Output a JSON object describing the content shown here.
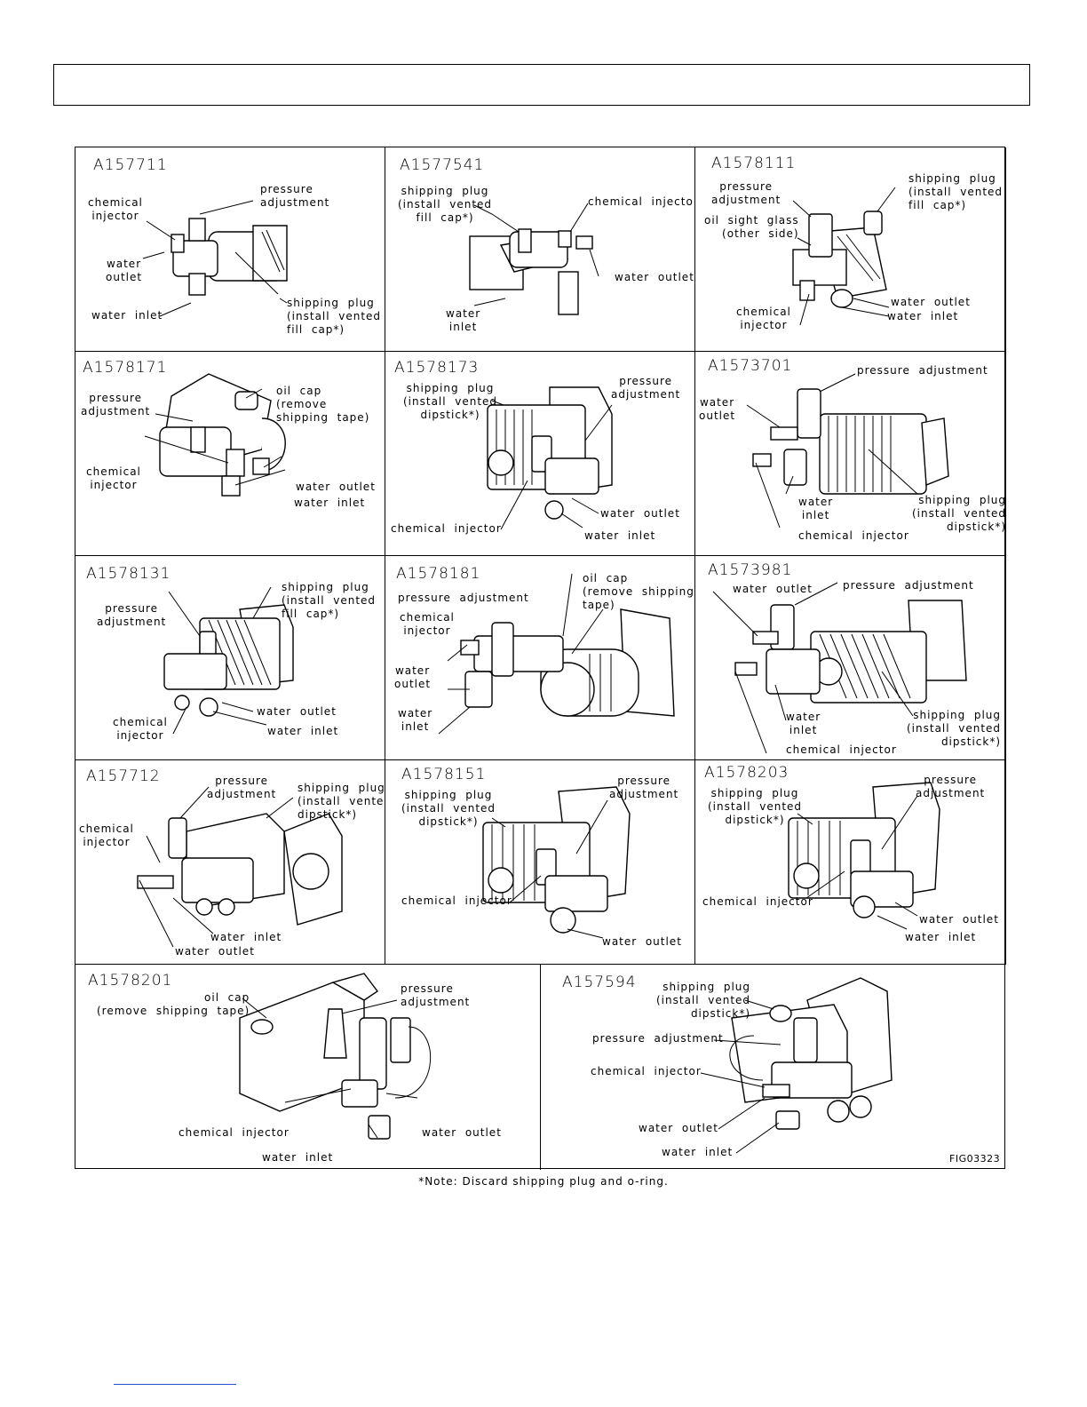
{
  "note": "*Note:  Discard  shipping  plug  and  o-ring.",
  "figure_code": "FIG03323",
  "cells": [
    {
      "model": "A157711",
      "labels": [
        "chemical\ninjector",
        "pressure\nadjustment",
        "water\noutlet",
        "water  inlet",
        "shipping  plug\n(install  vented\nfill  cap*)"
      ]
    },
    {
      "model": "A1577541",
      "labels": [
        "shipping  plug\n(install  vented\nfill  cap*)",
        "chemical  injector",
        "water  outlet",
        "water\ninlet"
      ]
    },
    {
      "model": "A1578111",
      "labels": [
        "pressure\nadjustment",
        "oil  sight  glass\n(other  side)",
        "shipping  plug\n(install  vented\nfill  cap*)",
        "chemical\ninjector",
        "water  outlet",
        "water  inlet"
      ]
    },
    {
      "model": "A1578171",
      "labels": [
        "pressure\nadjustment",
        "oil  cap\n(remove\nshipping  tape)",
        "chemical\ninjector",
        "water  outlet",
        "water  inlet"
      ]
    },
    {
      "model": "A1578173",
      "labels": [
        "shipping  plug\n(install  vented\ndipstick*)",
        "pressure\nadjustment",
        "chemical  injector",
        "water  outlet",
        "water  inlet"
      ]
    },
    {
      "model": "A1573701",
      "labels": [
        "pressure  adjustment",
        "water\noutlet",
        "water\ninlet",
        "shipping  plug\n(install  vented\ndipstick*)",
        "chemical  injector"
      ]
    },
    {
      "model": "A1578131",
      "labels": [
        "shipping  plug\n(install  vented\nfill  cap*)",
        "pressure\nadjustment",
        "chemical\ninjector",
        "water  outlet",
        "water  inlet"
      ]
    },
    {
      "model": "A1578181",
      "labels": [
        "oil  cap\n(remove  shipping\ntape)",
        "pressure  adjustment",
        "chemical\ninjector",
        "water\noutlet",
        "water\ninlet"
      ]
    },
    {
      "model": "A1573981",
      "labels": [
        "water  outlet",
        "pressure  adjustment",
        "water\ninlet",
        "shipping  plug\n(install  vented\ndipstick*)",
        "chemical  injector"
      ]
    },
    {
      "model": "A157712",
      "labels": [
        "pressure\nadjustment",
        "shipping  plug\n(install  vented\ndipstick*)",
        "chemical\ninjector",
        "water  inlet",
        "water  outlet"
      ]
    },
    {
      "model": "A1578151",
      "labels": [
        "shipping  plug\n(install  vented\ndipstick*)",
        "pressure\nadjustment",
        "chemical  injector",
        "water  outlet"
      ]
    },
    {
      "model": "A1578203",
      "labels": [
        "shipping  plug\n(install  vented\ndipstick*)",
        "pressure\nadjustment",
        "chemical  injector",
        "water  outlet",
        "water  inlet"
      ]
    },
    {
      "model": "A1578201",
      "labels": [
        "oil  cap\n(remove  shipping  tape)",
        "pressure\nadjustment",
        "chemical  injector",
        "water  outlet",
        "water  inlet"
      ]
    },
    {
      "model": "A157594",
      "labels": [
        "shipping  plug\n(install  vented\ndipstick*)",
        "pressure  adjustment",
        "chemical  injector",
        "water  outlet",
        "water  inlet"
      ]
    }
  ]
}
